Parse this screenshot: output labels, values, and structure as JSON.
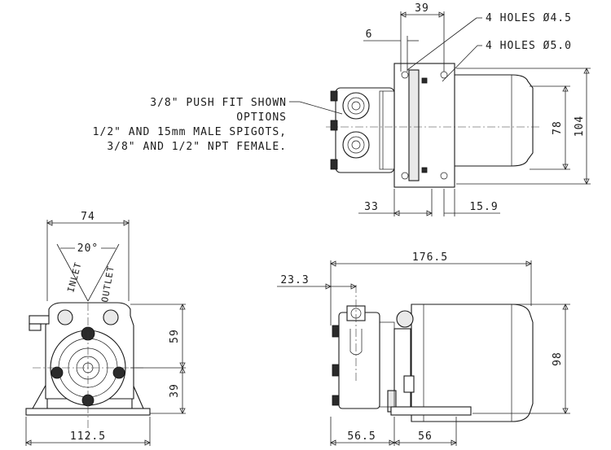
{
  "notes": {
    "push_fit_line1": "3/8\" PUSH FIT SHOWN",
    "push_fit_line2": "OPTIONS",
    "push_fit_line3": "1/2\" AND 15mm MALE SPIGOTS,",
    "push_fit_line4": "3/8\" AND 1/2\" NPT FEMALE.",
    "holes_small": "4 HOLES Ø4.5",
    "holes_large": "4 HOLES Ø5.0",
    "inlet": "INLET",
    "outlet": "OUTLET"
  },
  "dimensions": {
    "top_width": "39",
    "top_offset": "6",
    "top_height_inner": "78",
    "top_height_outer": "104",
    "top_bottom_left": "33",
    "top_bottom_right": "15.9",
    "front_width_top": "74",
    "front_angle": "20°",
    "front_height_upper": "59",
    "front_height_lower": "39",
    "front_base_width": "112.5",
    "side_length": "176.5",
    "side_offset": "23.3",
    "side_height": "98",
    "side_bottom_left": "56.5",
    "side_bottom_right": "56"
  }
}
